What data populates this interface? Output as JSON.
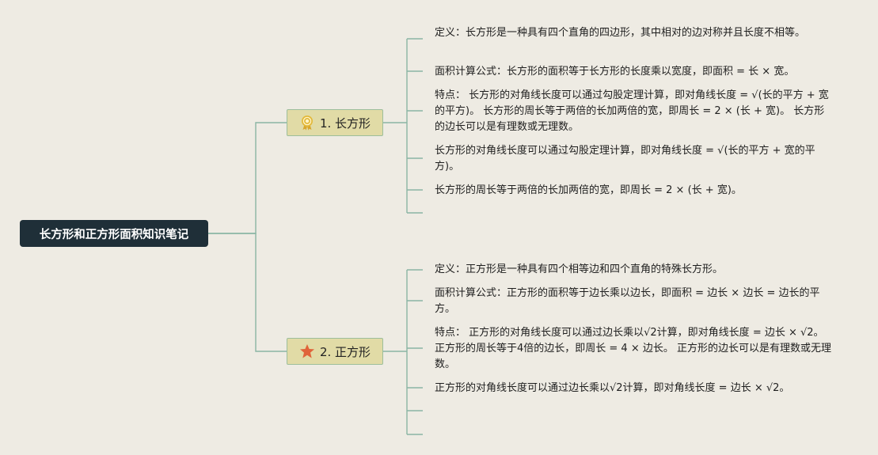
{
  "root": {
    "title": "长方形和正方形面积知识笔记"
  },
  "branches": [
    {
      "label": "1. 长方形",
      "icon": "award-medal-icon",
      "notes": [
        "定义：长方形是一种具有四个直角的四边形，其中相对的边对称并且长度不相等。",
        "面积计算公式：长方形的面积等于长方形的长度乘以宽度，即面积 = 长 × 宽。",
        "特点： 长方形的对角线长度可以通过勾股定理计算，即对角线长度 = √(长的平方 + 宽的平方)。 长方形的周长等于两倍的长加两倍的宽，即周长 = 2 × (长 + 宽)。 长方形的边长可以是有理数或无理数。",
        "长方形的对角线长度可以通过勾股定理计算，即对角线长度 = √(长的平方 + 宽的平方)。",
        "长方形的周长等于两倍的长加两倍的宽，即周长 = 2 × (长 + 宽)。"
      ]
    },
    {
      "label": "2. 正方形",
      "icon": "star-icon",
      "notes": [
        "定义：正方形是一种具有四个相等边和四个直角的特殊长方形。",
        "面积计算公式：正方形的面积等于边长乘以边长，即面积 = 边长 × 边长 = 边长的平方。",
        "特点： 正方形的对角线长度可以通过边长乘以√2计算，即对角线长度 = 边长 × √2。 正方形的周长等于4倍的边长，即周长 = 4 × 边长。 正方形的边长可以是有理数或无理数。",
        "正方形的对角线长度可以通过边长乘以√2计算，即对角线长度 = 边长 × √2。"
      ]
    }
  ],
  "colors": {
    "background": "#eeebe3",
    "root_fill": "#1f2f38",
    "branch_fill": "#e1dba6",
    "connector": "#8ab5a4",
    "medal": "#e2b93b",
    "star": "#e0643a"
  }
}
